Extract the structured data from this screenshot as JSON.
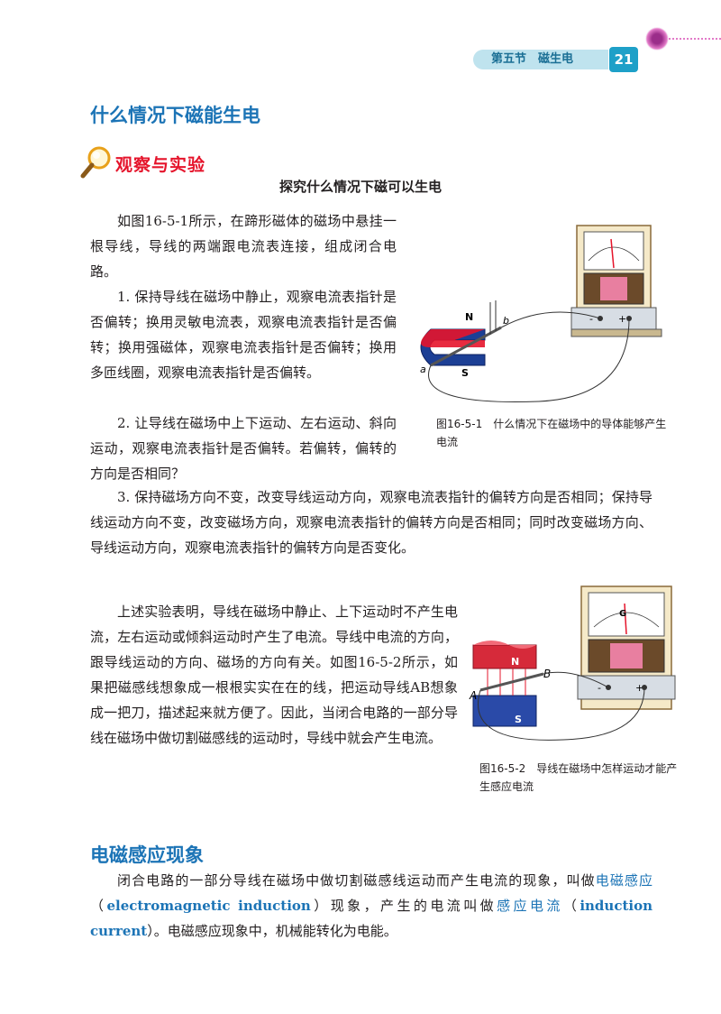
{
  "header": {
    "section": "第五节　磁生电",
    "page_number": "21"
  },
  "section1": {
    "title": "什么情况下磁能生电"
  },
  "observe": {
    "label": "观察与实验",
    "experiment_title": "探究什么情况下磁可以生电"
  },
  "paragraphs": {
    "p1": "如图16-5-1所示，在蹄形磁体的磁场中悬挂一根导线，导线的两端跟电流表连接，组成闭合电路。",
    "p2": "1. 保持导线在磁场中静止，观察电流表指针是否偏转；换用灵敏电流表，观察电流表指针是否偏转；换用强磁体，观察电流表指针是否偏转；换用多匝线圈，观察电流表指针是否偏转。",
    "p3": "2. 让导线在磁场中上下运动、左右运动、斜向运动，观察电流表指针是否偏转。若偏转，偏转的方向是否相同？",
    "p4": "3. 保持磁场方向不变，改变导线运动方向，观察电流表指针的偏转方向是否相同；保持导线运动方向不变，改变磁场方向，观察电流表指针的偏转方向是否相同；同时改变磁场方向、导线运动方向，观察电流表指针的偏转方向是否变化。",
    "p5": "上述实验表明，导线在磁场中静止、上下运动时不产生电流，左右运动或倾斜运动时产生了电流。导线中电流的方向，跟导线运动的方向、磁场的方向有关。如图16-5-2所示，如果把磁感线想象成一根根实实在在的线，把运动导线AB想象成一把刀，描述起来就方便了。因此，当闭合电路的一部分导线在磁场中做切割磁感线的运动时，导线中就会产生电流。"
  },
  "figure1": {
    "caption": "图16-5-1　什么情况下在磁场中的导体能够产生电流",
    "labels": {
      "n": "N",
      "s": "S",
      "a": "a",
      "b": "b",
      "minus": "-",
      "plus": "+"
    }
  },
  "figure2": {
    "caption": "图16-5-2　导线在磁场中怎样运动才能产生感应电流",
    "labels": {
      "n": "N",
      "s": "S",
      "a": "A",
      "b": "B",
      "g": "G",
      "minus": "-",
      "plus": "+"
    }
  },
  "section2": {
    "title": "电磁感应现象",
    "p6_part1": "闭合电路的一部分导线在磁场中做切割磁感线运动而产生电流的现象，叫做",
    "term1": "电磁感应",
    "term1_en": "electromagnetic induction",
    "p6_part2": "现象，产生的电流叫做",
    "term2": "感应电流",
    "term2_en": "induction current",
    "p6_part3": "。电磁感应现象中，机械能转化为电能。"
  },
  "colors": {
    "accent_blue": "#1c74b6",
    "observe_red": "#e5142b",
    "header_cyan": "#1ea0c8"
  }
}
